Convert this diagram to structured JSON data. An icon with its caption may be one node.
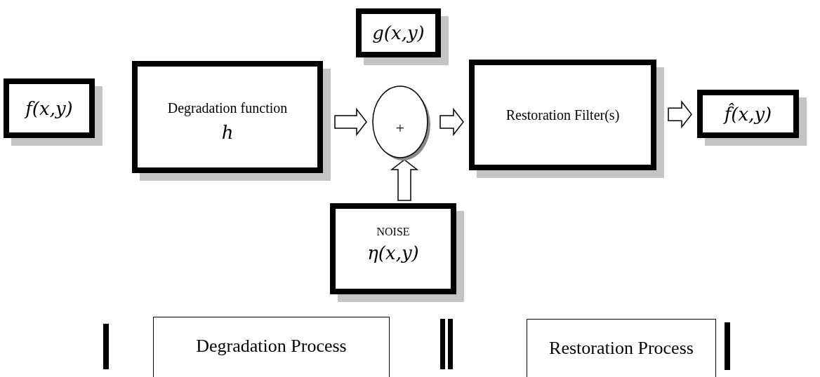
{
  "diagram": {
    "nodes": [
      {
        "text": [
          "f(x,y)"
        ]
      },
      {
        "text": [
          "Degradation function",
          "h"
        ]
      },
      {
        "text": [
          "g(x,y)"
        ]
      },
      {
        "text": [
          "+"
        ]
      },
      {
        "text": [
          "Restoration Filter(s)"
        ]
      },
      {
        "text": [
          "f̂(x,y)"
        ]
      },
      {
        "text": [
          "NOISE",
          "η(x,y)"
        ]
      },
      {
        "text": [
          "Degradation Process"
        ]
      },
      {
        "text": [
          "Restoration Process"
        ]
      }
    ],
    "edges": [
      {
        "from": 1,
        "to": 3,
        "arrow": "to"
      },
      {
        "from": 3,
        "to": 4,
        "arrow": "to"
      },
      {
        "from": 4,
        "to": 5,
        "arrow": "to"
      },
      {
        "from": 6,
        "to": 3,
        "arrow": "to"
      }
    ]
  }
}
